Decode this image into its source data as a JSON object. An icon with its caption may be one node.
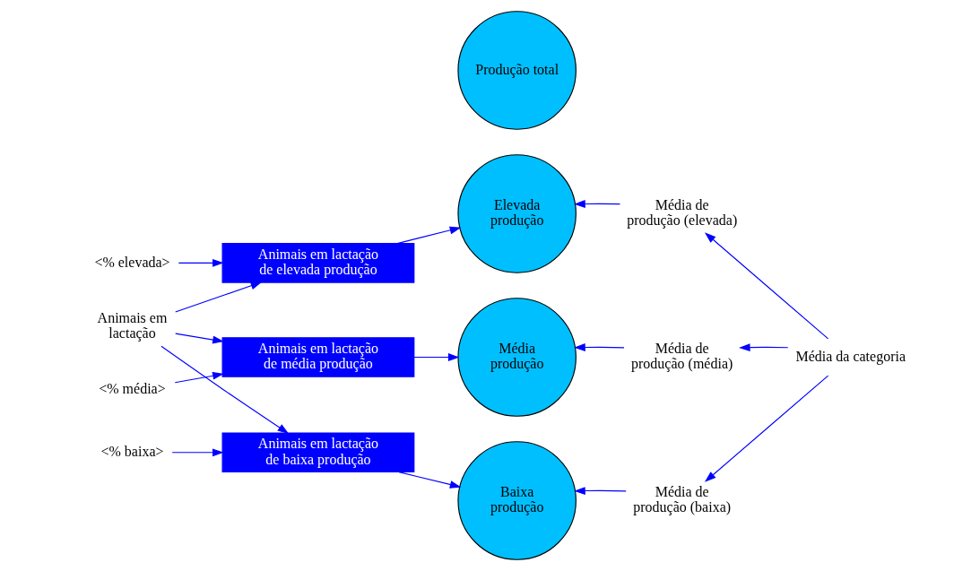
{
  "diagram": {
    "nodes": [
      {
        "text": [
          "Animais em lactação"
        ]
      },
      {
        "text": [
          "Animais em lactação de elevada produção"
        ]
      },
      {
        "text": [
          "Animais em lactação de média produção"
        ]
      },
      {
        "text": [
          "Animais em lactação de baixa produção"
        ]
      },
      {
        "text": [
          "<% elevada>"
        ]
      },
      {
        "text": [
          "<% média>"
        ]
      },
      {
        "text": [
          "<% baixa>"
        ]
      },
      {
        "text": [
          "Elevada produção"
        ]
      },
      {
        "text": [
          "Média produção"
        ]
      },
      {
        "text": [
          "Baixa produção"
        ]
      },
      {
        "text": [
          "Produção total"
        ]
      },
      {
        "text": [
          "Média de produção (elevada)"
        ]
      },
      {
        "text": [
          "Média de produção (média)"
        ]
      },
      {
        "text": [
          "Média de produção (baixa)"
        ]
      },
      {
        "text": [
          "Média da categoria"
        ]
      }
    ],
    "edges": [
      {
        "from": 0,
        "to": 1,
        "arrow": "to"
      },
      {
        "from": 0,
        "to": 2,
        "arrow": "to"
      },
      {
        "from": 0,
        "to": 3,
        "arrow": "to"
      },
      {
        "from": 4,
        "to": 1,
        "arrow": "to"
      },
      {
        "from": 5,
        "to": 2,
        "arrow": "to"
      },
      {
        "from": 6,
        "to": 3,
        "arrow": "to"
      },
      {
        "from": 1,
        "to": 7,
        "arrow": "to"
      },
      {
        "from": 2,
        "to": 8,
        "arrow": "to"
      },
      {
        "from": 3,
        "to": 9,
        "arrow": "to"
      },
      {
        "from": 11,
        "to": 7,
        "arrow": "to"
      },
      {
        "from": 12,
        "to": 8,
        "arrow": "to"
      },
      {
        "from": 13,
        "to": 9,
        "arrow": "to"
      },
      {
        "from": 14,
        "to": 11,
        "arrow": "to"
      },
      {
        "from": 14,
        "to": 12,
        "arrow": "to"
      },
      {
        "from": 14,
        "to": 13,
        "arrow": "to"
      }
    ]
  }
}
